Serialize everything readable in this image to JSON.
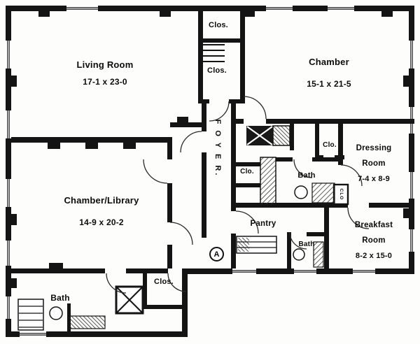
{
  "colors": {
    "ink": "#111111",
    "paper": "#fdfdfc"
  },
  "rooms": {
    "living": {
      "name": "Living Room",
      "dims": "17-1 x 23-0"
    },
    "closet_top": {
      "label": "Clos."
    },
    "closet_mid": {
      "label": "Clos."
    },
    "chamber": {
      "name": "Chamber",
      "dims": "15-1 x 21-5"
    },
    "foyer": {
      "label": "F O Y E R."
    },
    "clo_upper": {
      "label": "Clo."
    },
    "dressing": {
      "line1": "Dressing",
      "line2": "Room",
      "dims": "7-4 x 8-9"
    },
    "clo_left": {
      "label": "Clo."
    },
    "bath_mid": {
      "label": "Bath"
    },
    "clo_tiny": {
      "label": "CLO"
    },
    "chamber_library": {
      "name": "Chamber/Library",
      "dims": "14-9 x 20-2"
    },
    "pantry": {
      "label": "Pantry"
    },
    "breakfast": {
      "line1": "Breakfast",
      "line2": "Room",
      "dims": "8-2 x 15-0"
    },
    "bath_small": {
      "label": "Bath"
    },
    "closet_bottom": {
      "label": "Clos."
    },
    "bath_lower": {
      "label": "Bath"
    },
    "marker_a": {
      "label": "A"
    }
  }
}
